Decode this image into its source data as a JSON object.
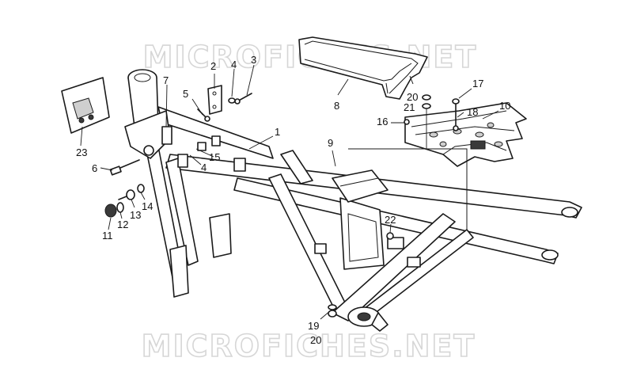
{
  "watermarks": [
    "MICROFICHES.NET",
    "MICROFICHES.NET"
  ],
  "callouts": [
    {
      "id": "c1",
      "label": "1"
    },
    {
      "id": "c2",
      "label": "2"
    },
    {
      "id": "c3",
      "label": "3"
    },
    {
      "id": "c4a",
      "label": "4"
    },
    {
      "id": "c4b",
      "label": "4"
    },
    {
      "id": "c5",
      "label": "5"
    },
    {
      "id": "c6",
      "label": "6"
    },
    {
      "id": "c7",
      "label": "7"
    },
    {
      "id": "c8",
      "label": "8"
    },
    {
      "id": "c9",
      "label": "9"
    },
    {
      "id": "c10",
      "label": "10"
    },
    {
      "id": "c11",
      "label": "11"
    },
    {
      "id": "c12",
      "label": "12"
    },
    {
      "id": "c13",
      "label": "13"
    },
    {
      "id": "c14",
      "label": "14"
    },
    {
      "id": "c15",
      "label": "15"
    },
    {
      "id": "c16",
      "label": "16"
    },
    {
      "id": "c17",
      "label": "17"
    },
    {
      "id": "c18",
      "label": "18"
    },
    {
      "id": "c19",
      "label": "19"
    },
    {
      "id": "c20a",
      "label": "20"
    },
    {
      "id": "c20b",
      "label": "20"
    },
    {
      "id": "c21",
      "label": "21"
    },
    {
      "id": "c22",
      "label": "22"
    },
    {
      "id": "c23",
      "label": "23"
    }
  ]
}
